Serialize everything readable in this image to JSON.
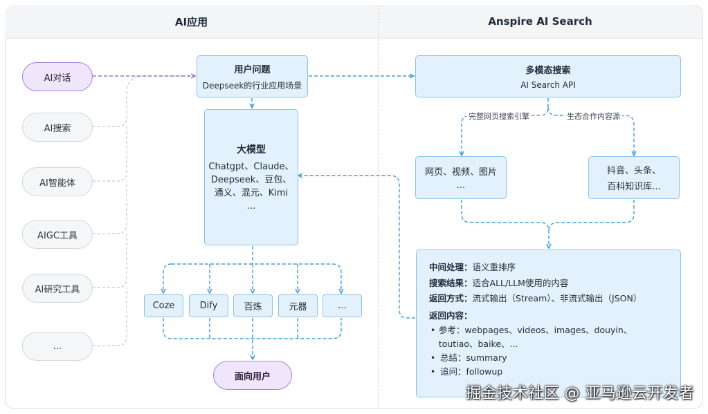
{
  "headers": {
    "left": "AI应用",
    "right": "Anspire AI Search"
  },
  "apps": [
    "AI对话",
    "AI搜索",
    "AI智能体",
    "AIGC工具",
    "AI研究工具",
    "..."
  ],
  "user_question": {
    "title": "用户问题",
    "subtitle": "Deepseek的行业应用场景"
  },
  "model": {
    "title": "大模型",
    "lines": [
      "Chatgpt、Claude、",
      "Deepseek、豆包、",
      "通义、混元、Kimi",
      "..."
    ]
  },
  "platforms": [
    "Coze",
    "Dify",
    "百炼",
    "元器",
    "..."
  ],
  "target": "面向用户",
  "search": {
    "title": "多模态搜索",
    "subtitle": "AI Search API"
  },
  "edge_labels": {
    "left": "完整网页搜索引擎",
    "right": "生态合作内容源"
  },
  "web_sources": {
    "line1": "网页、视频、图片",
    "line2": "..."
  },
  "eco_sources": {
    "line1": "抖音、头条、",
    "line2": "百科知识库..."
  },
  "result": {
    "middle_label": "中间处理：",
    "middle_value": "语义重排序",
    "results_label": "搜索结果：",
    "results_value": "适合ALL/LLM使用的内容",
    "return_label": "返回方式：",
    "return_value": "流式输出（Stream）、非流式输出（JSON）",
    "content_label": "返回内容：",
    "bullets": [
      "参考：webpages、videos、images、douyin、toutiao、baike、...",
      "总结：summary",
      "追问：followup"
    ]
  },
  "watermark": "掘金技术社区 @ 亚马逊云开发者",
  "colors": {
    "box_fill": "#e3f1fc",
    "box_border": "#88c3ec",
    "accent_purple": "#a57ee8",
    "arrow_blue": "#3b9be4"
  }
}
